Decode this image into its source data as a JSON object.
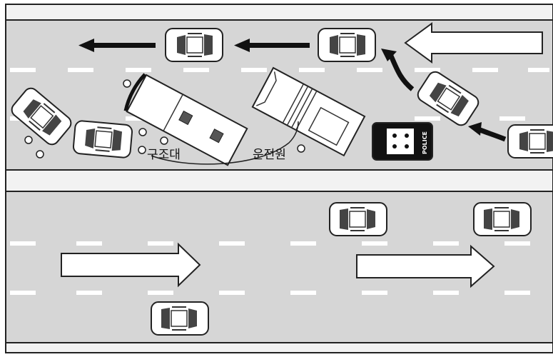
{
  "diagram": {
    "labels": {
      "rescue_team": "구조대",
      "driver": "운전원",
      "police": "POLICE"
    },
    "colors": {
      "road": "#d7d7d7",
      "shoulder": "#f3f3f3",
      "frame": "#222222",
      "lane_marking": "#ffffff",
      "vehicle_fill": "#ffffff",
      "vehicle_detail": "#333333",
      "arrow_fill": "#ffffff",
      "arrow_solid": "#111111"
    },
    "icons": [
      "car-icon",
      "bus-icon",
      "truck-icon",
      "police-car-icon",
      "arrow-left-icon",
      "arrow-right-icon",
      "debris-icon"
    ]
  }
}
